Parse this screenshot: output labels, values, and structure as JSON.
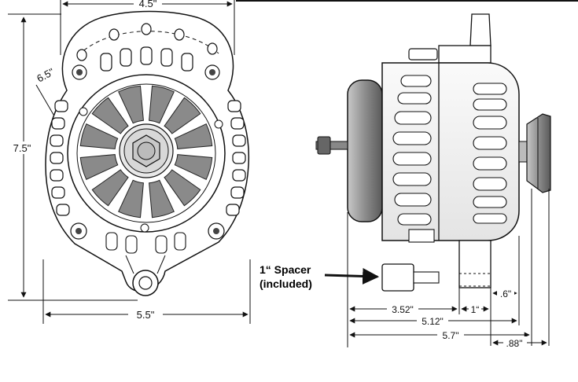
{
  "front_view": {
    "dim_top_width": "4.5\"",
    "dim_height": "7.5\"",
    "dim_radius": "6.5\"",
    "dim_bottom_width": "5.5\""
  },
  "side_view": {
    "spacer_label_line1": "1“ Spacer",
    "spacer_label_line2": "(included)",
    "dim_3_52": "3.52\"",
    "dim_1": "1“",
    "dim_6": ".6\"",
    "dim_5_12": "5.12\"",
    "dim_5_7": "5.7\"",
    "dim_88": ".88\""
  },
  "colors": {
    "line": "#111111",
    "fan_blade": "#8a8a8a",
    "pulley_dark": "#7a7a7a",
    "body_fill": "#f2f2f2"
  }
}
